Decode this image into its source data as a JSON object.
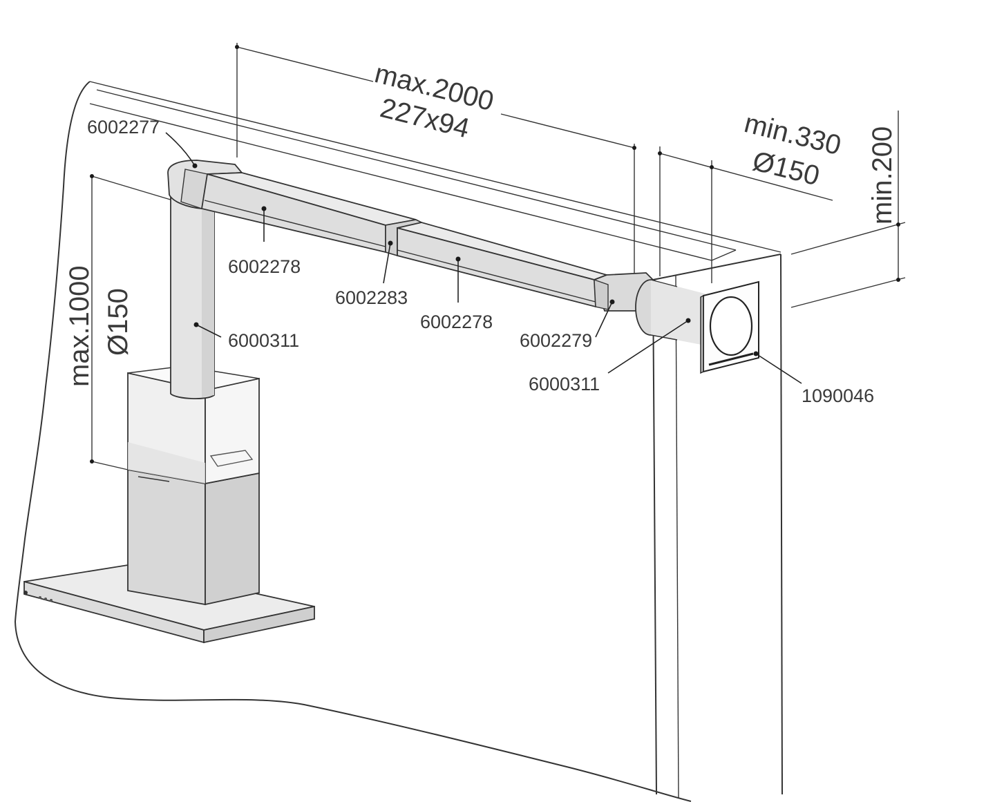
{
  "dimensions": {
    "duct_length": "max.2000",
    "duct_section": "227x94",
    "wall_distance": "min.330",
    "wall_diameter": "Ø150",
    "wall_height": "min.200",
    "chimney_height": "max.1000",
    "chimney_diameter": "Ø150"
  },
  "parts": {
    "corner_bend": "6002277",
    "flat_duct_1": "6002278",
    "duct_connector": "6002283",
    "flat_duct_2": "6002278",
    "adapter": "6002279",
    "round_pipe_vertical": "6000311",
    "round_pipe_wall": "6000311",
    "wall_box": "1090046"
  },
  "colors": {
    "duct_fill": "#e6e6e6",
    "duct_shade": "#cfcfcf",
    "hood_dark": "#d6d6d6",
    "hood_glass": "#f2f2f2",
    "line": "#333333"
  }
}
